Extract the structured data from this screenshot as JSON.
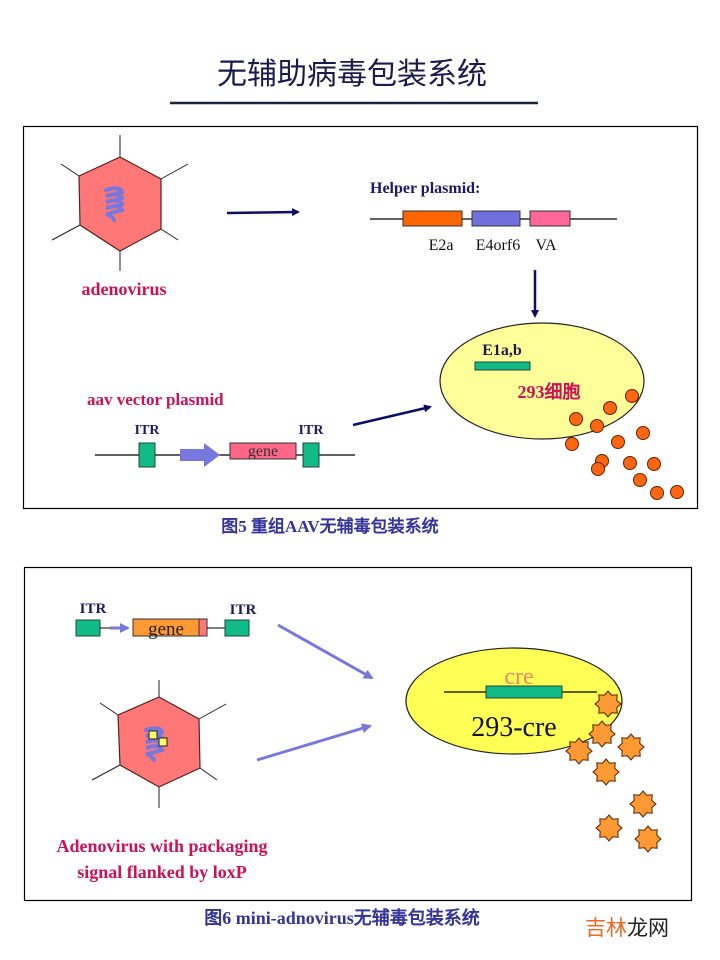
{
  "page": {
    "title": "无辅助病毒包装系统"
  },
  "figure5": {
    "caption": "图5  重组AAV无辅毒包装系统",
    "adenovirus_label": "adenovirus",
    "helper_plasmid": {
      "title": "Helper plasmid:",
      "genes": [
        {
          "label": "E2a",
          "color": "#ff6600"
        },
        {
          "label": "E4orf6",
          "color": "#7070dd"
        },
        {
          "label": "VA",
          "color": "#ff6699"
        }
      ]
    },
    "cell": {
      "gene_label": "E1a,b",
      "cell_label": "293细胞",
      "fill_color": "#ffff99"
    },
    "vector_plasmid": {
      "title": "aav vector plasmid",
      "itr_left": "ITR",
      "itr_right": "ITR",
      "gene": "gene"
    },
    "particle_count": 14
  },
  "figure6": {
    "caption": "图6  mini-adnovirus无辅毒包装系统",
    "vector": {
      "itr_left": "ITR",
      "itr_right": "ITR",
      "gene": "gene"
    },
    "cell": {
      "gene_label": "cre",
      "cell_label": "293-cre"
    },
    "adenovirus_label_line1": "Adenovirus with packaging",
    "adenovirus_label_line2": "signal flanked by loxP",
    "particle_count": 8
  },
  "watermark": {
    "part1": "吉林",
    "part2": "龙网"
  },
  "colors": {
    "title_navy": "#1a1a4d",
    "label_crimson": "#cc1155",
    "caption_blue": "#333399",
    "navy_arrow": "#0d0d66",
    "light_arrow": "#7777dd",
    "itr_green": "#11bb88",
    "virus_pink": "#ff7777",
    "particle_orange": "#ff6611",
    "star_orange": "#ff9933",
    "gene_orange": "#ff9933",
    "cre_salmon": "#ee8866"
  }
}
